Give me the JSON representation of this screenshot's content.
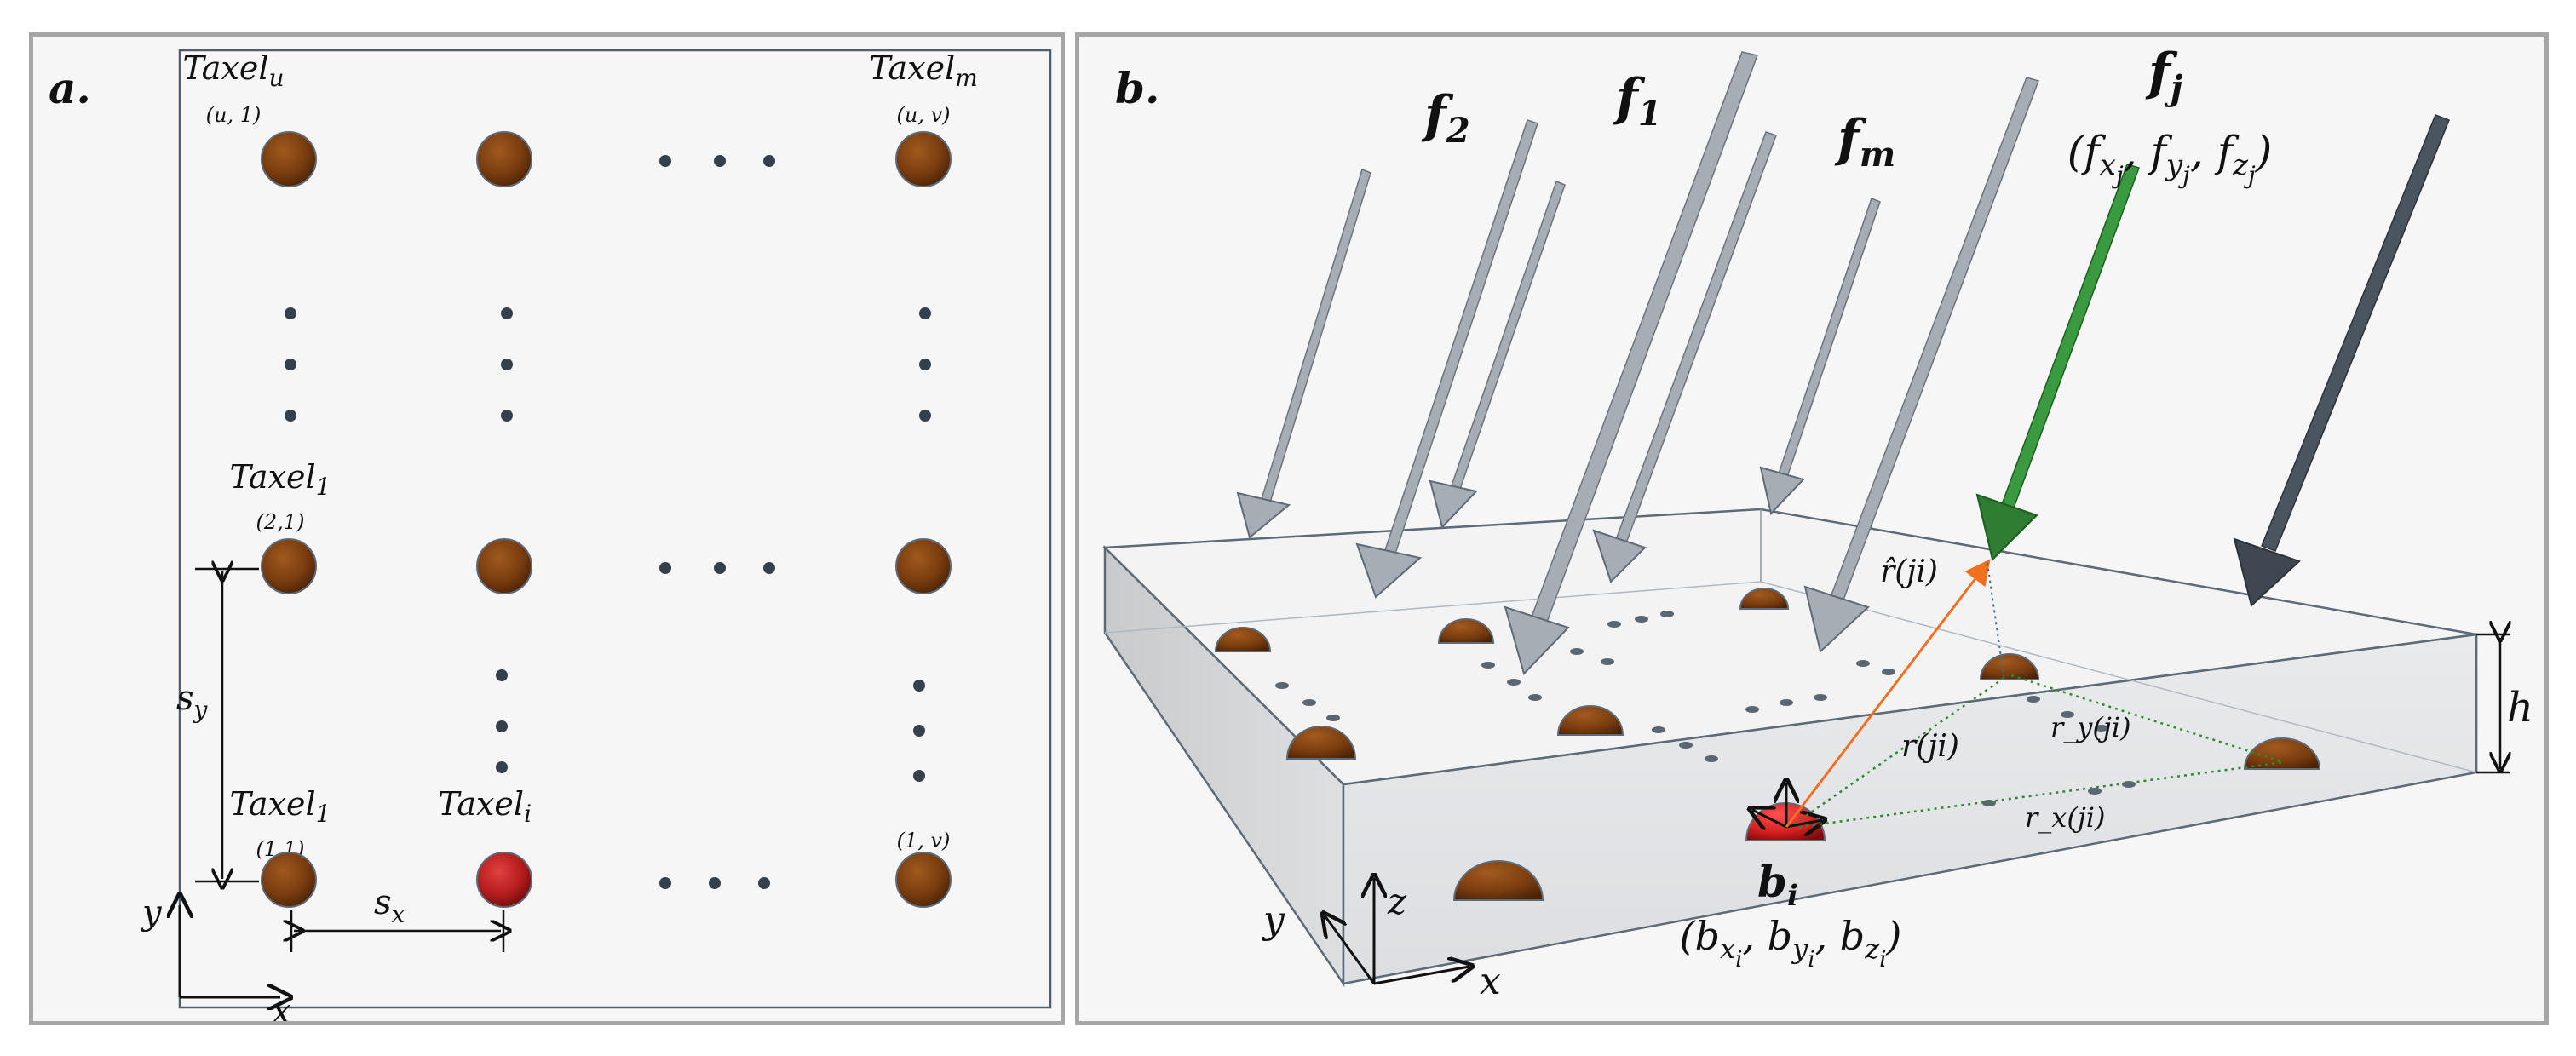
{
  "panel_a": {
    "label": "a.",
    "taxel_word": "Taxel",
    "labels": {
      "top_left_sub": "u",
      "top_left_idx": "(u, 1)",
      "top_right_sub": "m",
      "top_right_idx": "(u, v)",
      "mid_left_sub": "1",
      "mid_left_idx": "(2,1)",
      "bottom_left_sub": "1",
      "bottom_left_idx": "(1,1)",
      "bottom_i_sub": "i",
      "bottom_right_idx": "(1, v)"
    },
    "spacing": {
      "sy_base": "s",
      "sy_sub": "y",
      "sx_base": "s",
      "sx_sub": "x"
    },
    "axes": {
      "x": "x",
      "y": "y"
    },
    "colors": {
      "taxel": "#7a3d0f",
      "active_taxel": "#b51d1d",
      "frame": "#4f5e6e"
    }
  },
  "panel_b": {
    "label": "b.",
    "forces": {
      "f2": {
        "base": "f",
        "sub": "2"
      },
      "f1": {
        "base": "f",
        "sub": "1"
      },
      "fm": {
        "base": "f",
        "sub": "m"
      },
      "fj": {
        "base": "f",
        "sub": "j"
      }
    },
    "fj_components": "(f_x j, f_y j, f_z j)",
    "bi": {
      "base": "b",
      "sub": "i"
    },
    "bi_components": "(b_x i, b_y i, b_z i)",
    "vectors": {
      "r_hat": "r̂(ji)",
      "r": "r(ji)",
      "ry": "r_y(ji)",
      "rx": "r_x(ji)"
    },
    "height_label": "h",
    "axes": {
      "x": "x",
      "y": "y",
      "z": "z"
    },
    "colors": {
      "arrow": "#9ea6ae",
      "arrow_dark": "#3f4852",
      "arrow_green": "#2e7d32",
      "r_vector": "#f07020",
      "dotted_green": "#2f8a2f",
      "taxel": "#7a3d0f",
      "active_taxel": "#d42020"
    }
  }
}
